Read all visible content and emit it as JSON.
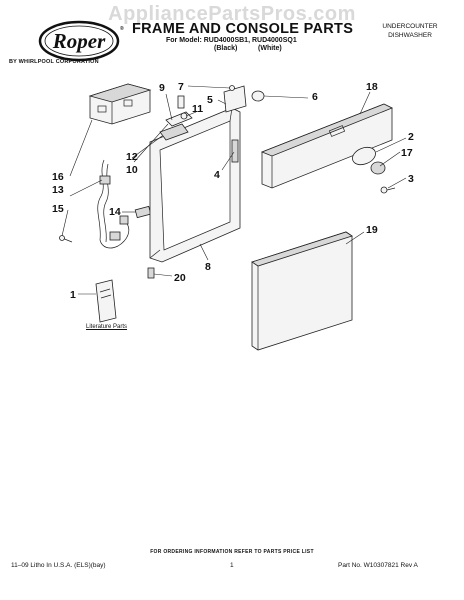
{
  "watermark": "AppliancePartsPros.com",
  "brand": {
    "logo_text": "Roper",
    "trademark": "®",
    "sub_label": "BY WHIRLPOOL CORPORATION"
  },
  "header": {
    "title": "FRAME AND CONSOLE PARTS",
    "model_line": "For Model: RUD4000SB1, RUD4000SQ1",
    "color_black": "(Black)",
    "color_white": "(White)",
    "category_line1": "UNDERCOUNTER",
    "category_line2": "DISHWASHER"
  },
  "diagram": {
    "callouts": [
      "1",
      "2",
      "3",
      "4",
      "5",
      "6",
      "7",
      "8",
      "9",
      "10",
      "11",
      "12",
      "13",
      "14",
      "15",
      "16",
      "17",
      "18",
      "19",
      "20"
    ],
    "literature_label": "Literature Parts"
  },
  "footer": {
    "order_note": "FOR ORDERING INFORMATION REFER TO PARTS PRICE LIST",
    "left": "11–09 Litho In U.S.A. (ELS)(bay)",
    "page_number": "1",
    "right": "Part No. W10307821 Rev A"
  }
}
